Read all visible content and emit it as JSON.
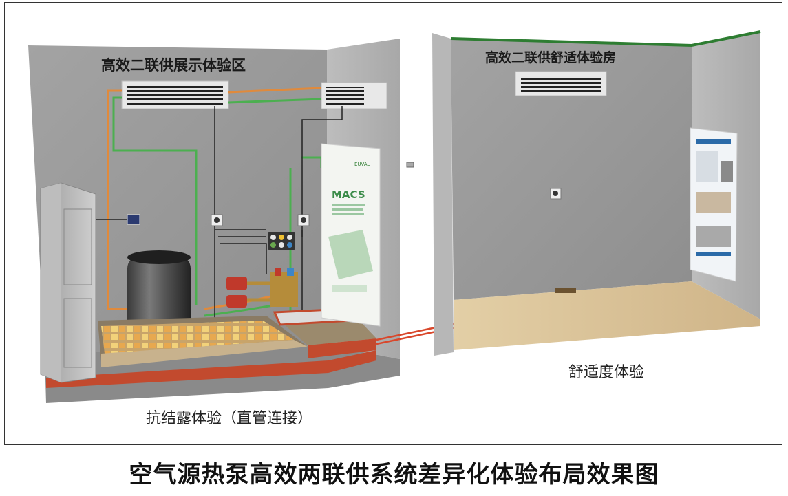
{
  "left_room": {
    "title": "高效二联供展示体验区",
    "caption": "抗结露体验（直管连接）",
    "poster": {
      "brand": "EUVAL",
      "heading": "MACS"
    }
  },
  "right_room": {
    "title": "高效二联供舒适体验房",
    "caption": "舒适度体验"
  },
  "figure_title": "空气源热泵高效两联供系统差异化体验布局效果图",
  "colors": {
    "wall": "#9a9a9a",
    "floor_wood": "#d9c39a",
    "heating_red": "#d9472b",
    "pipe_orange": "#e08a3c",
    "pipe_green": "#4caf50",
    "trim_green": "#2e7d32"
  }
}
